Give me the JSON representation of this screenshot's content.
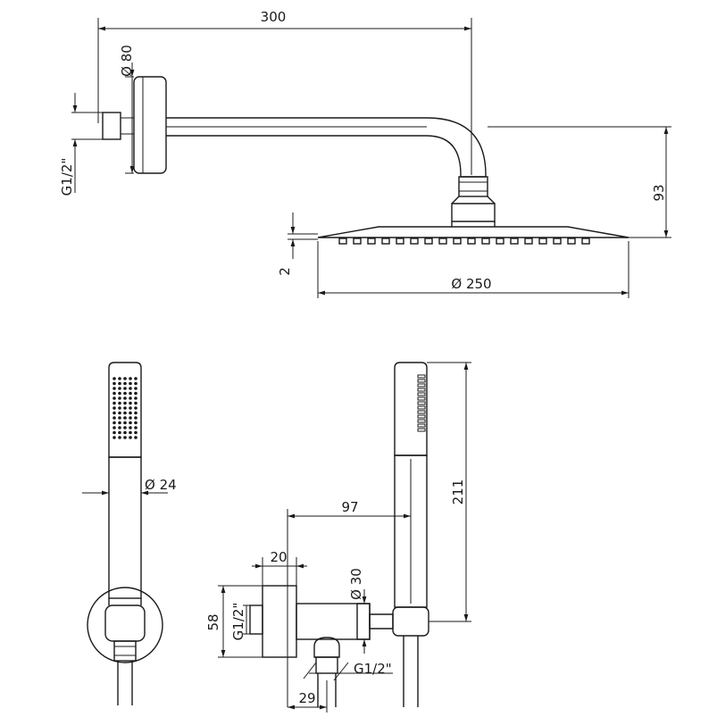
{
  "dimensions": {
    "arm_length": "300",
    "flange_diameter": "Ø 80",
    "arm_thread": "G1/2\"",
    "arm_drop": "93",
    "head_thickness": "2",
    "head_diameter": "Ø 250",
    "handshower_diameter": "Ø 24",
    "holder_offset": "97",
    "outlet_depth": "20",
    "outlet_diameter": "Ø 30",
    "outlet_height": "58",
    "outlet_thread": "G1/2\"",
    "hose_thread": "G1/2\"",
    "hose_offset": "29",
    "handshower_length": "211"
  }
}
